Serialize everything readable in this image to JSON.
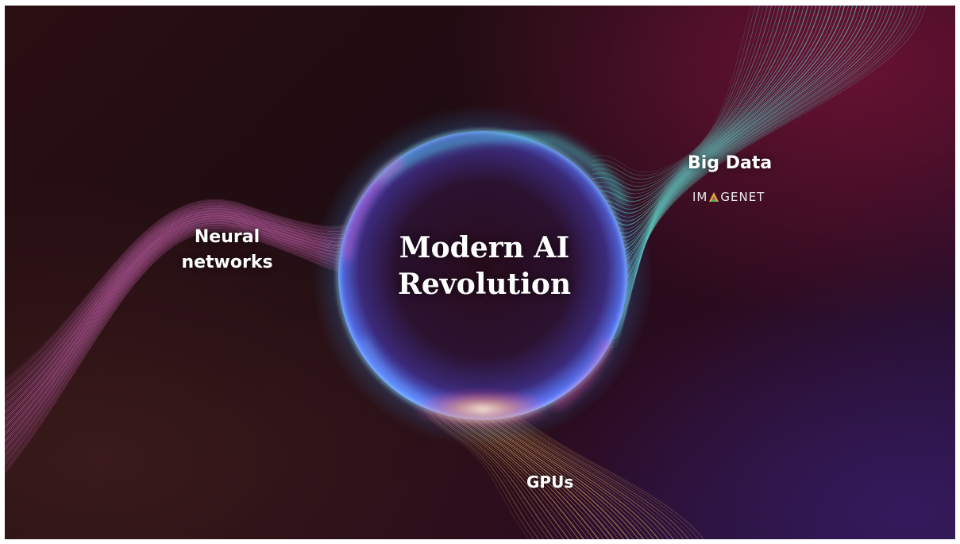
{
  "slide": {
    "title_line1": "Modern AI",
    "title_line2": "Revolution"
  },
  "labels": {
    "neural_line1": "Neural",
    "neural_line2": "networks",
    "big_data": "Big Data",
    "gpus": "GPUs"
  },
  "logo": {
    "text_before": "IM",
    "text_after": "GENET"
  },
  "colors": {
    "neural_strands": "#c060a8",
    "data_strands": "#5fc7c0",
    "gpu_strands": "#d6a25a",
    "orb_glow": "#3aa0ff",
    "orb_accent": "#ff3fa8"
  }
}
